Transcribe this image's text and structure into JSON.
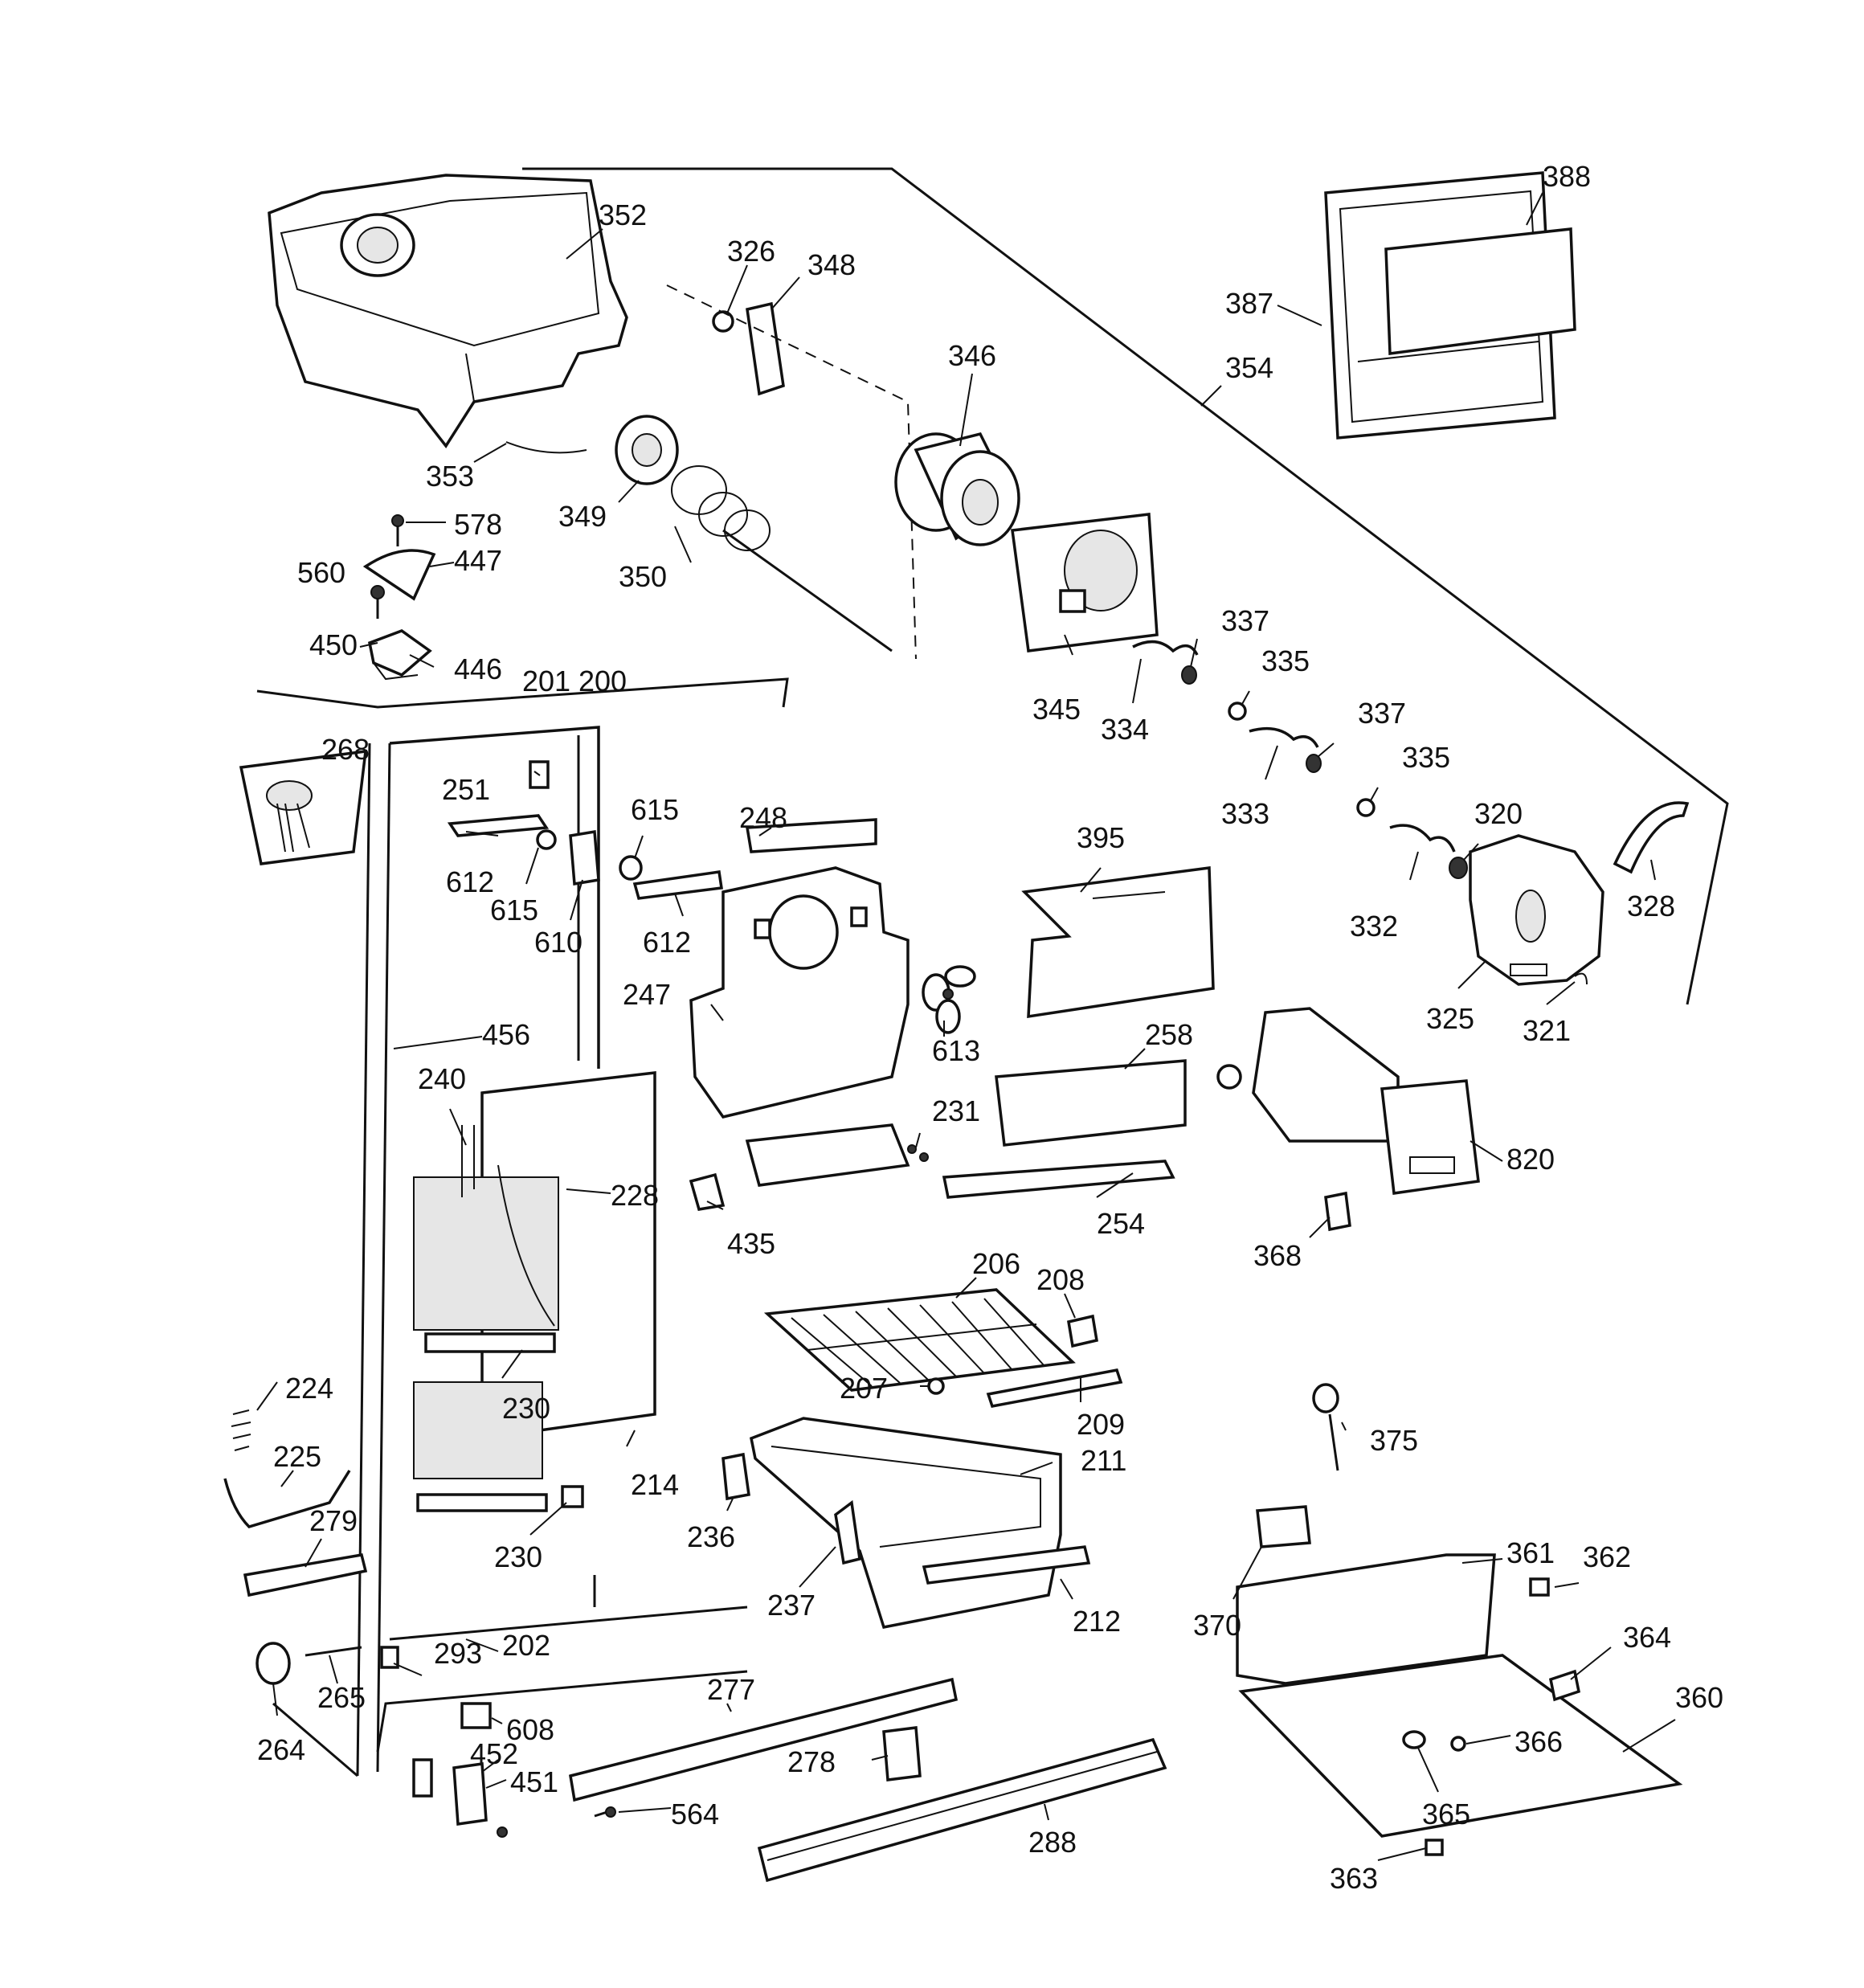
{
  "diagram": {
    "labels": [
      {
        "id": "352",
        "text": "352"
      },
      {
        "id": "326",
        "text": "326"
      },
      {
        "id": "348",
        "text": "348"
      },
      {
        "id": "346",
        "text": "346"
      },
      {
        "id": "388",
        "text": "388"
      },
      {
        "id": "387",
        "text": "387"
      },
      {
        "id": "354",
        "text": "354"
      },
      {
        "id": "353",
        "text": "353"
      },
      {
        "id": "349",
        "text": "349"
      },
      {
        "id": "578",
        "text": "578"
      },
      {
        "id": "447",
        "text": "447"
      },
      {
        "id": "350",
        "text": "350"
      },
      {
        "id": "560",
        "text": "560"
      },
      {
        "id": "450",
        "text": "450"
      },
      {
        "id": "446",
        "text": "446"
      },
      {
        "id": "337a",
        "text": "337"
      },
      {
        "id": "335a",
        "text": "335"
      },
      {
        "id": "345",
        "text": "345"
      },
      {
        "id": "334",
        "text": "334"
      },
      {
        "id": "201",
        "text": "201"
      },
      {
        "id": "200",
        "text": "200"
      },
      {
        "id": "337b",
        "text": "337"
      },
      {
        "id": "268",
        "text": "268"
      },
      {
        "id": "335b",
        "text": "335"
      },
      {
        "id": "333",
        "text": "333"
      },
      {
        "id": "251",
        "text": "251"
      },
      {
        "id": "615a",
        "text": "615"
      },
      {
        "id": "248",
        "text": "248"
      },
      {
        "id": "320",
        "text": "320"
      },
      {
        "id": "395",
        "text": "395"
      },
      {
        "id": "612a",
        "text": "612"
      },
      {
        "id": "615b",
        "text": "615"
      },
      {
        "id": "328",
        "text": "328"
      },
      {
        "id": "612b",
        "text": "612"
      },
      {
        "id": "332",
        "text": "332"
      },
      {
        "id": "610",
        "text": "610"
      },
      {
        "id": "325",
        "text": "325"
      },
      {
        "id": "321",
        "text": "321"
      },
      {
        "id": "247",
        "text": "247"
      },
      {
        "id": "258",
        "text": "258"
      },
      {
        "id": "613",
        "text": "613"
      },
      {
        "id": "456",
        "text": "456"
      },
      {
        "id": "240",
        "text": "240"
      },
      {
        "id": "231",
        "text": "231"
      },
      {
        "id": "820",
        "text": "820"
      },
      {
        "id": "228",
        "text": "228"
      },
      {
        "id": "435",
        "text": "435"
      },
      {
        "id": "254",
        "text": "254"
      },
      {
        "id": "368",
        "text": "368"
      },
      {
        "id": "206",
        "text": "206"
      },
      {
        "id": "208",
        "text": "208"
      },
      {
        "id": "224",
        "text": "224"
      },
      {
        "id": "207",
        "text": "207"
      },
      {
        "id": "230a",
        "text": "230"
      },
      {
        "id": "209",
        "text": "209"
      },
      {
        "id": "375",
        "text": "375"
      },
      {
        "id": "225",
        "text": "225"
      },
      {
        "id": "214",
        "text": "214"
      },
      {
        "id": "211",
        "text": "211"
      },
      {
        "id": "279",
        "text": "279"
      },
      {
        "id": "236",
        "text": "236"
      },
      {
        "id": "230b",
        "text": "230"
      },
      {
        "id": "361",
        "text": "361"
      },
      {
        "id": "362",
        "text": "362"
      },
      {
        "id": "237",
        "text": "237"
      },
      {
        "id": "212",
        "text": "212"
      },
      {
        "id": "370",
        "text": "370"
      },
      {
        "id": "293",
        "text": "293"
      },
      {
        "id": "202",
        "text": "202"
      },
      {
        "id": "364",
        "text": "364"
      },
      {
        "id": "277",
        "text": "277"
      },
      {
        "id": "265",
        "text": "265"
      },
      {
        "id": "360",
        "text": "360"
      },
      {
        "id": "608",
        "text": "608"
      },
      {
        "id": "264",
        "text": "264"
      },
      {
        "id": "452",
        "text": "452"
      },
      {
        "id": "278",
        "text": "278"
      },
      {
        "id": "366",
        "text": "366"
      },
      {
        "id": "451",
        "text": "451"
      },
      {
        "id": "564",
        "text": "564"
      },
      {
        "id": "365",
        "text": "365"
      },
      {
        "id": "288",
        "text": "288"
      },
      {
        "id": "363",
        "text": "363"
      }
    ]
  }
}
